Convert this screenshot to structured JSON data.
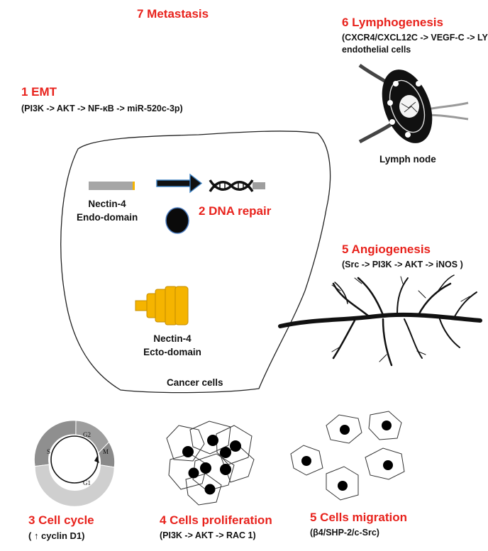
{
  "metastasis": {
    "title": "7 Metastasis"
  },
  "lymphogenesis": {
    "title": "6 Lymphogenesis",
    "pathway_line1": "(CXCR4/CXCL12C -> VEGF-C -> LY",
    "pathway_line2": "endothelial cells",
    "node_label": "Lymph node"
  },
  "emt": {
    "title": "1 EMT",
    "pathway": "(PI3K -> AKT -> NF-κB -> miR-520c-3p)"
  },
  "endo": {
    "line1": "Nectin-4",
    "line2": "Endo-domain"
  },
  "dna": {
    "title": "2 DNA repair"
  },
  "angio": {
    "title": "5 Angiogenesis",
    "pathway": "(Src -> PI3K -> AKT -> iNOS )"
  },
  "ecto": {
    "line1": "Nectin-4",
    "line2": "Ecto-domain"
  },
  "cancer": {
    "label": "Cancer cells"
  },
  "cycle": {
    "title": "3 Cell cycle",
    "pathway": "( ↑ cyclin D1)",
    "phase_s": "S",
    "phase_g2": "G2",
    "phase_m": "M",
    "phase_g1": "G1"
  },
  "prolif": {
    "title": "4 Cells proliferation",
    "pathway": "(PI3K -> AKT -> RAC 1)"
  },
  "migration": {
    "title": "5 Cells migration",
    "pathway": "(β4/SHP-2/c-Src)"
  },
  "colors": {
    "accent": "#e8221c",
    "cell_outline": "#222222",
    "nectin_ecto": "#f5b400",
    "cycle_dark": "#8f8f8f",
    "cycle_light": "#cfcfcf"
  }
}
